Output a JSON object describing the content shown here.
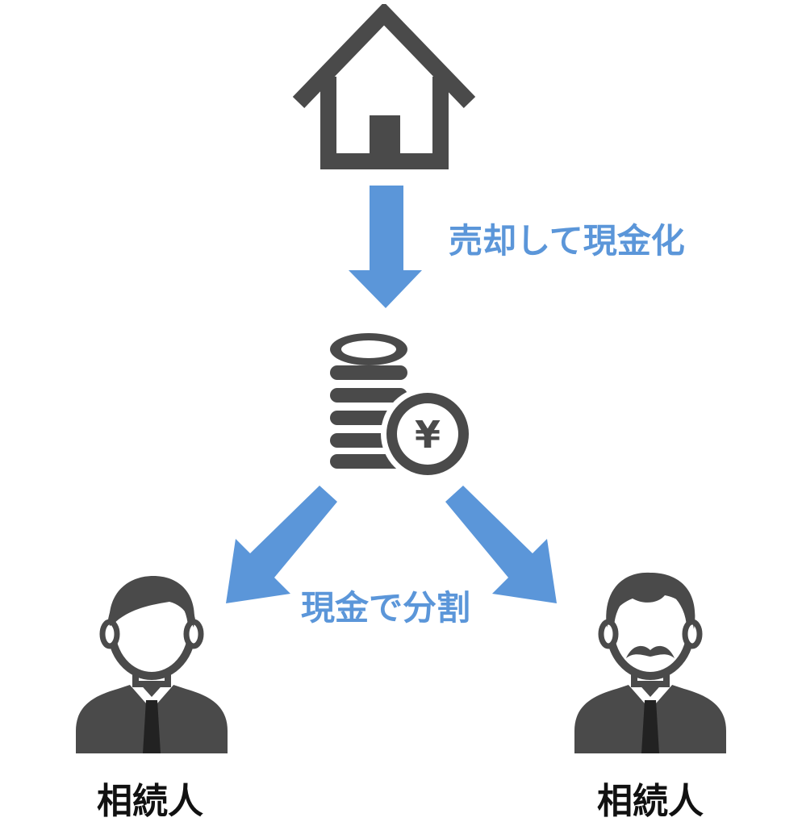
{
  "labels": {
    "sell_to_cash": "売却して現金化",
    "divide_in_cash": "現金で分割",
    "heir_left": "相続人",
    "heir_right": "相続人",
    "yen_symbol": "¥"
  },
  "colors": {
    "icon_gray": "#4a4a4a",
    "arrow_blue": "#5b96d9",
    "heir_text": "#111111",
    "background": "#ffffff"
  },
  "icons": {
    "house": "house-icon",
    "coins": "yen-coin-stack-icon",
    "person_plain": "businessman-icon",
    "person_mustache": "businessman-mustache-icon"
  }
}
